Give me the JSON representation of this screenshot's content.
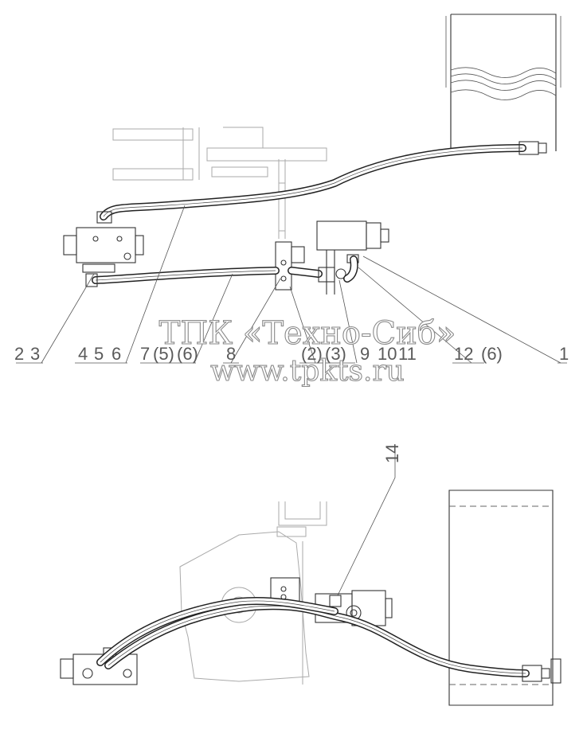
{
  "callouts": {
    "c1": "2",
    "c2": "3",
    "c3": "4",
    "c4": "5",
    "c5": "6",
    "c6": "7",
    "c7": "(5)",
    "c8": "(6)",
    "c9": "8",
    "c10": "(2)",
    "c11": "(3)",
    "c12": "9",
    "c13": "10",
    "c14": "11",
    "c15": "12",
    "c16": "(6)",
    "c17": "1",
    "c18": "14"
  },
  "watermark": {
    "line1": "ТПК «Техно-Сиб»",
    "line2": "www.tpkts.ru"
  }
}
